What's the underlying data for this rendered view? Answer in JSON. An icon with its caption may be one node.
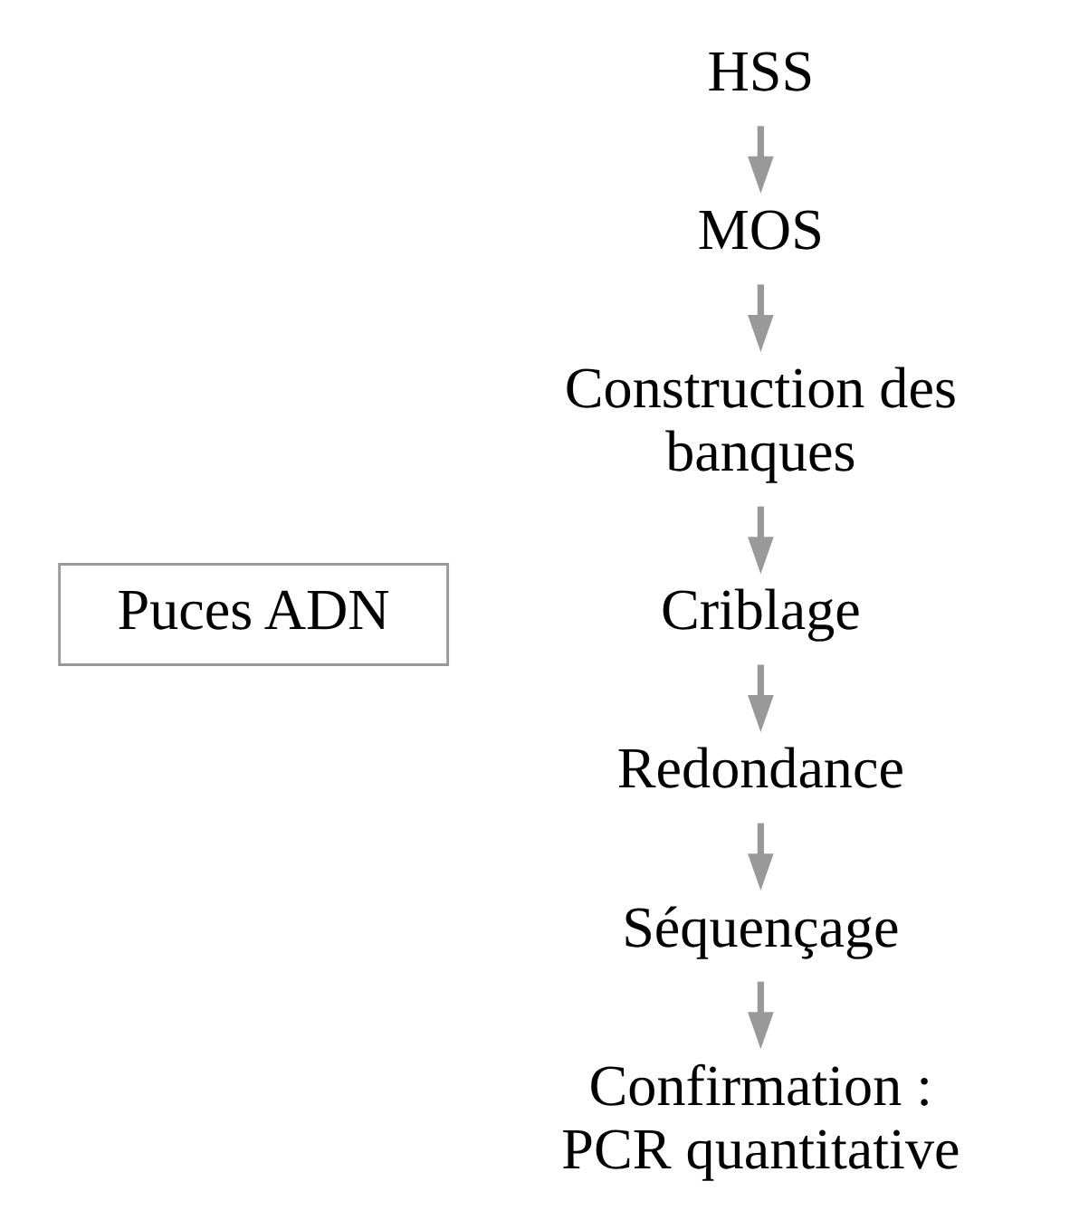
{
  "diagram": {
    "nodes": [
      {
        "text": [
          "HSS"
        ]
      },
      {
        "text": [
          "MOS"
        ]
      },
      {
        "text": [
          "Construction des banques"
        ]
      },
      {
        "text": [
          "Criblage"
        ]
      },
      {
        "text": [
          "Redondance"
        ]
      },
      {
        "text": [
          "Séquençage"
        ]
      },
      {
        "text": [
          "Confirmation : PCR quantitative"
        ]
      },
      {
        "text": [
          "Puces ADN"
        ]
      }
    ],
    "edges": [
      {
        "from": 0,
        "to": 1,
        "arrow": "to",
        "color": "#999999"
      },
      {
        "from": 1,
        "to": 2,
        "arrow": "to",
        "color": "#999999"
      },
      {
        "from": 2,
        "to": 3,
        "arrow": "to",
        "color": "#999999"
      },
      {
        "from": 3,
        "to": 4,
        "arrow": "to",
        "color": "#999999"
      },
      {
        "from": 4,
        "to": 5,
        "arrow": "to",
        "color": "#999999"
      },
      {
        "from": 5,
        "to": 6,
        "arrow": "to",
        "color": "#999999"
      }
    ]
  }
}
